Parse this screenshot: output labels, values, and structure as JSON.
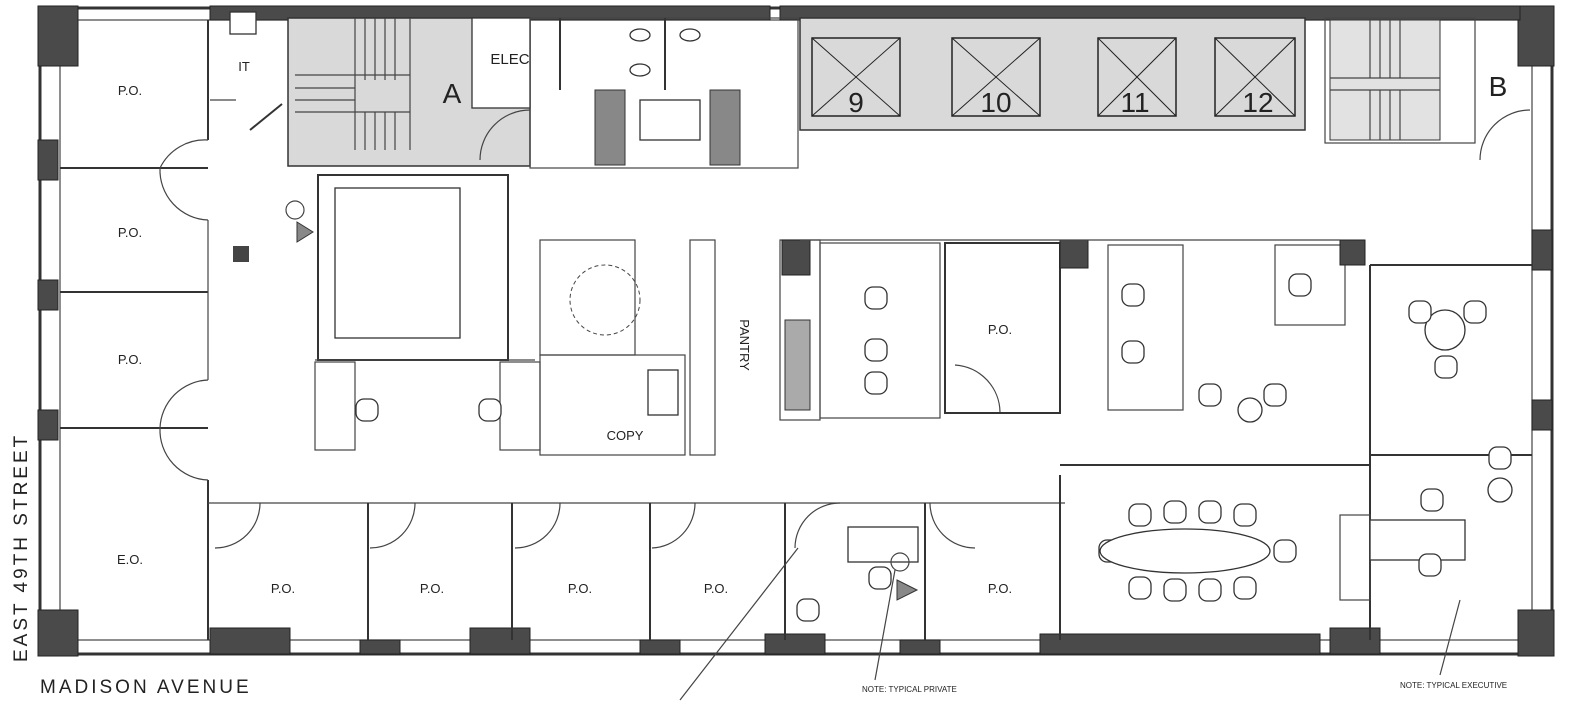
{
  "plan": {
    "streets": {
      "side": "EAST 49TH STREET",
      "bottom": "MADISON AVENUE"
    },
    "notes": {
      "private": "NOTE: TYPICAL PRIVATE",
      "executive": "NOTE: TYPICAL EXECUTIVE"
    },
    "core": {
      "it": "IT",
      "stair_a": "A",
      "elec": "ELEC",
      "stair_b": "B",
      "pantry": "PANTRY",
      "copy": "COPY"
    },
    "elevators": [
      "9",
      "10",
      "11",
      "12"
    ],
    "left_offices": [
      "P.O.",
      "P.O.",
      "P.O.",
      "E.O."
    ],
    "center_office": "P.O.",
    "bottom_offices": [
      "P.O.",
      "P.O.",
      "P.O.",
      "P.O.",
      "P.O."
    ]
  }
}
